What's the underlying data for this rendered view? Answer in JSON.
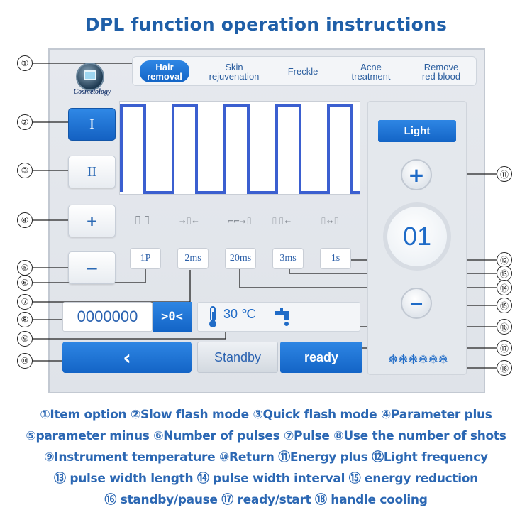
{
  "title": "DPL function operation instructions",
  "tabs": [
    {
      "label": "Hair\nremoval",
      "active": true
    },
    {
      "label": "Skin\nrejuvenation",
      "active": false
    },
    {
      "label": "Freckle",
      "active": false
    },
    {
      "label": "Acne\ntreatment",
      "active": false
    },
    {
      "label": "Remove\nred blood",
      "active": false
    }
  ],
  "logo_text": "Cosmetology",
  "mode_buttons": {
    "slow": "I",
    "quick": "II"
  },
  "param_buttons": {
    "plus": "+",
    "minus": "—"
  },
  "param_values": [
    "1P",
    "2ms",
    "20ms",
    "3ms",
    "1s"
  ],
  "param_icons": [
    "pulse-train-icon",
    "pulse-width-icon",
    "pulse-interval-icon",
    "pulse-width-length-icon",
    "light-frequency-icon"
  ],
  "shot_counter": "0000000",
  "reset_label": ">0<",
  "temperature": "30 ℃",
  "light_label": "Light",
  "energy_plus": "+",
  "energy_value": "01",
  "energy_minus": "—",
  "back_label": "‹",
  "standby_label": "Standby",
  "ready_label": "ready",
  "cooling_label": "❄❄❄❄❄❄",
  "callouts": [
    "①",
    "②",
    "③",
    "④",
    "⑤",
    "⑥",
    "⑦",
    "⑧",
    "⑨",
    "⑩",
    "⑪",
    "⑫",
    "⑬",
    "⑭",
    "⑮",
    "⑯",
    "⑰",
    "⑱"
  ],
  "legend": [
    "①Item option ②Slow flash mode ③Quick flash mode ④Parameter plus",
    "⑤parameter minus ⑥Number of pulses ⑦Pulse ⑧Use the number of shots",
    "⑨Instrument temperature ⑩Return ⑪Energy plus ⑫Light frequency",
    "⑬ pulse width length ⑭ pulse width interval ⑮ energy reduction",
    "⑯ standby/pause ⑰ ready/start ⑱ handle cooling"
  ],
  "colors": {
    "accent": "#1f6bc7",
    "title": "#1f5fa8",
    "legend": "#2b67b3",
    "panel": "#e2e6eb"
  }
}
